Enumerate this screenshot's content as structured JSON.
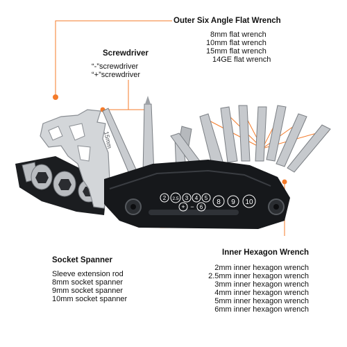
{
  "colors": {
    "accent": "#f47b2a",
    "tool_dark": "#16181b",
    "steel": "#c9ccd0",
    "background": "#ffffff"
  },
  "callouts": {
    "outer_wrench": {
      "title": "Outer Six Angle Flat Wrench",
      "items": [
        "8mm flat wrench",
        "10mm flat wrench",
        "15mm flat wrench",
        "14GE flat wrench"
      ]
    },
    "screwdriver": {
      "title": "Screwdriver",
      "items": [
        "“-”screwdriver",
        "“+”screwdriver"
      ]
    },
    "socket_spanner": {
      "title": "Socket Spanner",
      "items": [
        "Sleeve extension rod",
        "8mm socket spanner",
        "9mm socket spanner",
        "10mm socket spanner"
      ]
    },
    "inner_hex": {
      "title": "Inner Hexagon Wrench",
      "items": [
        "2mm inner hexagon wrench",
        "2.5mm inner hexagon wrench",
        "3mm inner hexagon wrench",
        "4mm inner hexagon wrench",
        "5mm inner hexagon wrench",
        "6mm inner hexagon wrench"
      ]
    }
  },
  "tool_markings": {
    "circles": [
      "2",
      "2.5",
      "3",
      "4",
      "5",
      "6",
      "8",
      "9",
      "10"
    ],
    "signs": [
      "+",
      "−"
    ],
    "stamp": "15mm"
  }
}
